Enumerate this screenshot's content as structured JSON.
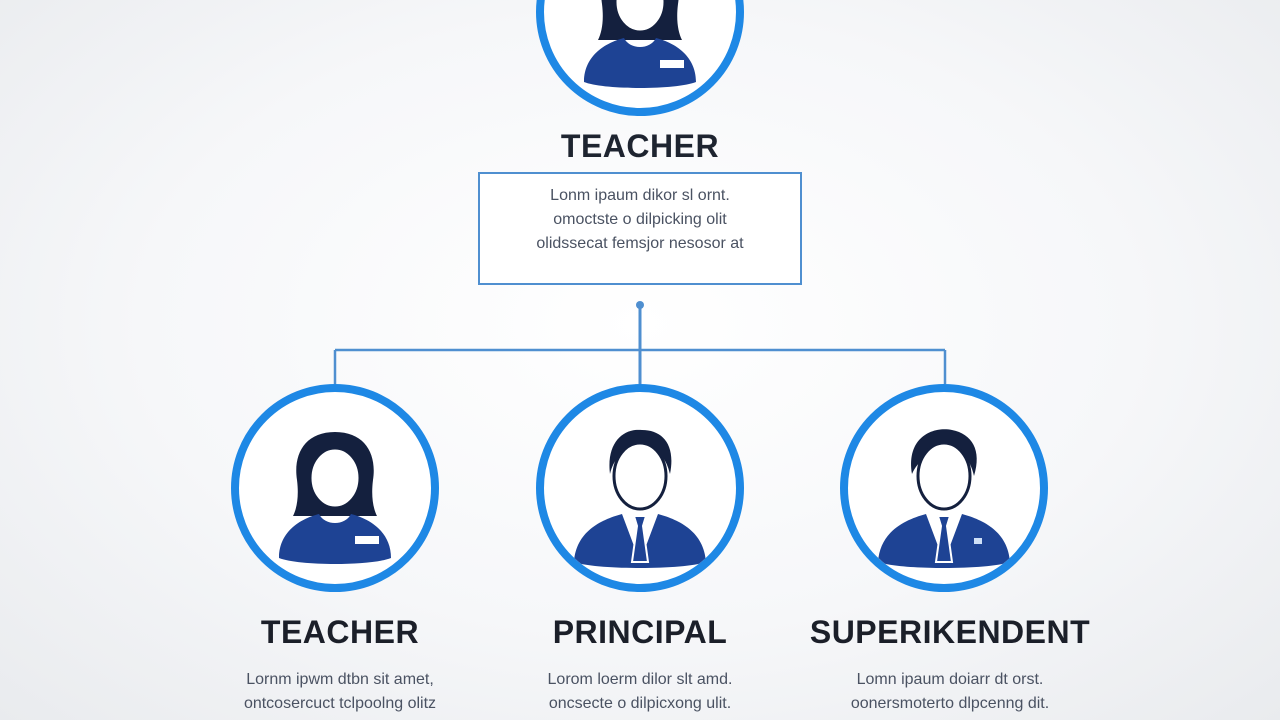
{
  "colors": {
    "accent": "#1e88e5",
    "connector": "#4f8fd0",
    "figure": "#1e4394",
    "title": "#1b1f29",
    "body_text": "#4a5262"
  },
  "top_node": {
    "title": "TEACHER",
    "icon": "teacher-avatar-icon",
    "description_lines": [
      "Lonm ipaum dikor sl ornt.",
      "omoctste o dilpicking olit",
      "olidssecat femsjor nesosor at"
    ]
  },
  "children": [
    {
      "title": "TEACHER",
      "icon": "teacher-avatar-icon",
      "description_lines": [
        "Lornm ipwm dtbn sit amet,",
        "ontcosercuct tclpoolng olitz"
      ]
    },
    {
      "title": "PRINCIPAL",
      "icon": "principal-avatar-icon",
      "description_lines": [
        "Lorom loerm dilor slt amd.",
        "oncsecte o dilpicxong ulit."
      ]
    },
    {
      "title": "SUPERIKENDENT",
      "icon": "superintendent-avatar-icon",
      "description_lines": [
        "Lomn ipaum doiarr dt orst.",
        "oonersmoterto dlpcenng dit."
      ]
    }
  ]
}
